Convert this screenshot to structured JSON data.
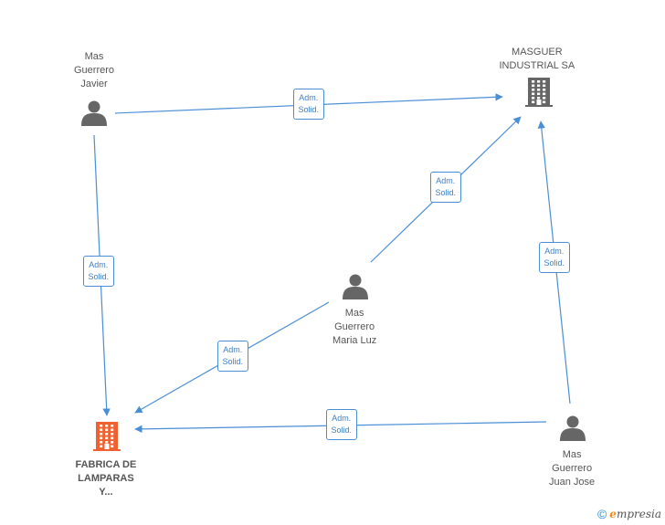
{
  "nodes": {
    "javier": {
      "type": "person",
      "label_lines": [
        "Mas",
        "Guerrero",
        "Javier"
      ]
    },
    "masguer": {
      "type": "company",
      "label_lines": [
        "MASGUER",
        "INDUSTRIAL SA"
      ],
      "color": "#666666"
    },
    "maria": {
      "type": "person",
      "label_lines": [
        "Mas",
        "Guerrero",
        "Maria Luz"
      ]
    },
    "juanjose": {
      "type": "person",
      "label_lines": [
        "Mas",
        "Guerrero",
        "Juan Jose"
      ]
    },
    "fabrica": {
      "type": "company",
      "label_lines": [
        "FABRICA DE",
        "LAMPARAS",
        "Y..."
      ],
      "color": "#f06030"
    }
  },
  "edges": [
    {
      "from": "javier",
      "to": "masguer",
      "label": "Adm.\nSolid."
    },
    {
      "from": "javier",
      "to": "fabrica",
      "label": "Adm.\nSolid."
    },
    {
      "from": "maria",
      "to": "masguer",
      "label": "Adm.\nSolid."
    },
    {
      "from": "maria",
      "to": "fabrica",
      "label": "Adm.\nSolid."
    },
    {
      "from": "juanjose",
      "to": "masguer",
      "label": "Adm.\nSolid."
    },
    {
      "from": "juanjose",
      "to": "fabrica",
      "label": "Adm.\nSolid."
    }
  ],
  "colors": {
    "edge": "#4a8fd6",
    "person_icon": "#666666"
  },
  "footer": {
    "copyright": "©",
    "brand_initial": "e",
    "brand_rest": "mpresia"
  }
}
